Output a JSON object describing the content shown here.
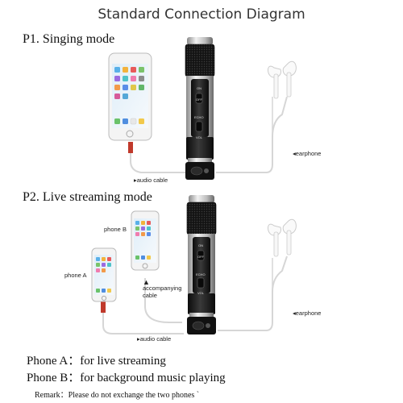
{
  "title": "Standard Connection Diagram",
  "modes": [
    {
      "heading": "P1. Singing mode",
      "labels": {
        "earphone": "◂earphone",
        "cable": "▸audio cable"
      }
    },
    {
      "heading": "P2. Live streaming mode",
      "labels": {
        "phone_b": "phone B",
        "phone_a": "phone A",
        "accompanying_line1": "accompanying",
        "accompanying_line2": "cable",
        "earphone": "◂earphone",
        "cable": "▸audio cable"
      }
    }
  ],
  "notes": [
    "Phone A：for live streaming",
    "Phone B：for background music playing"
  ],
  "remark": "Remark：Please do not exchange the two phones `",
  "mic_labels": {
    "on": "ON",
    "off": "OFF",
    "echo": "ECHO",
    "vol": "VOL"
  },
  "colors": {
    "mic_body": "#1b1b1b",
    "mic_silver": "#c8c8c8",
    "cable": "#d9d9d9",
    "plug_red": "#c0392b"
  }
}
